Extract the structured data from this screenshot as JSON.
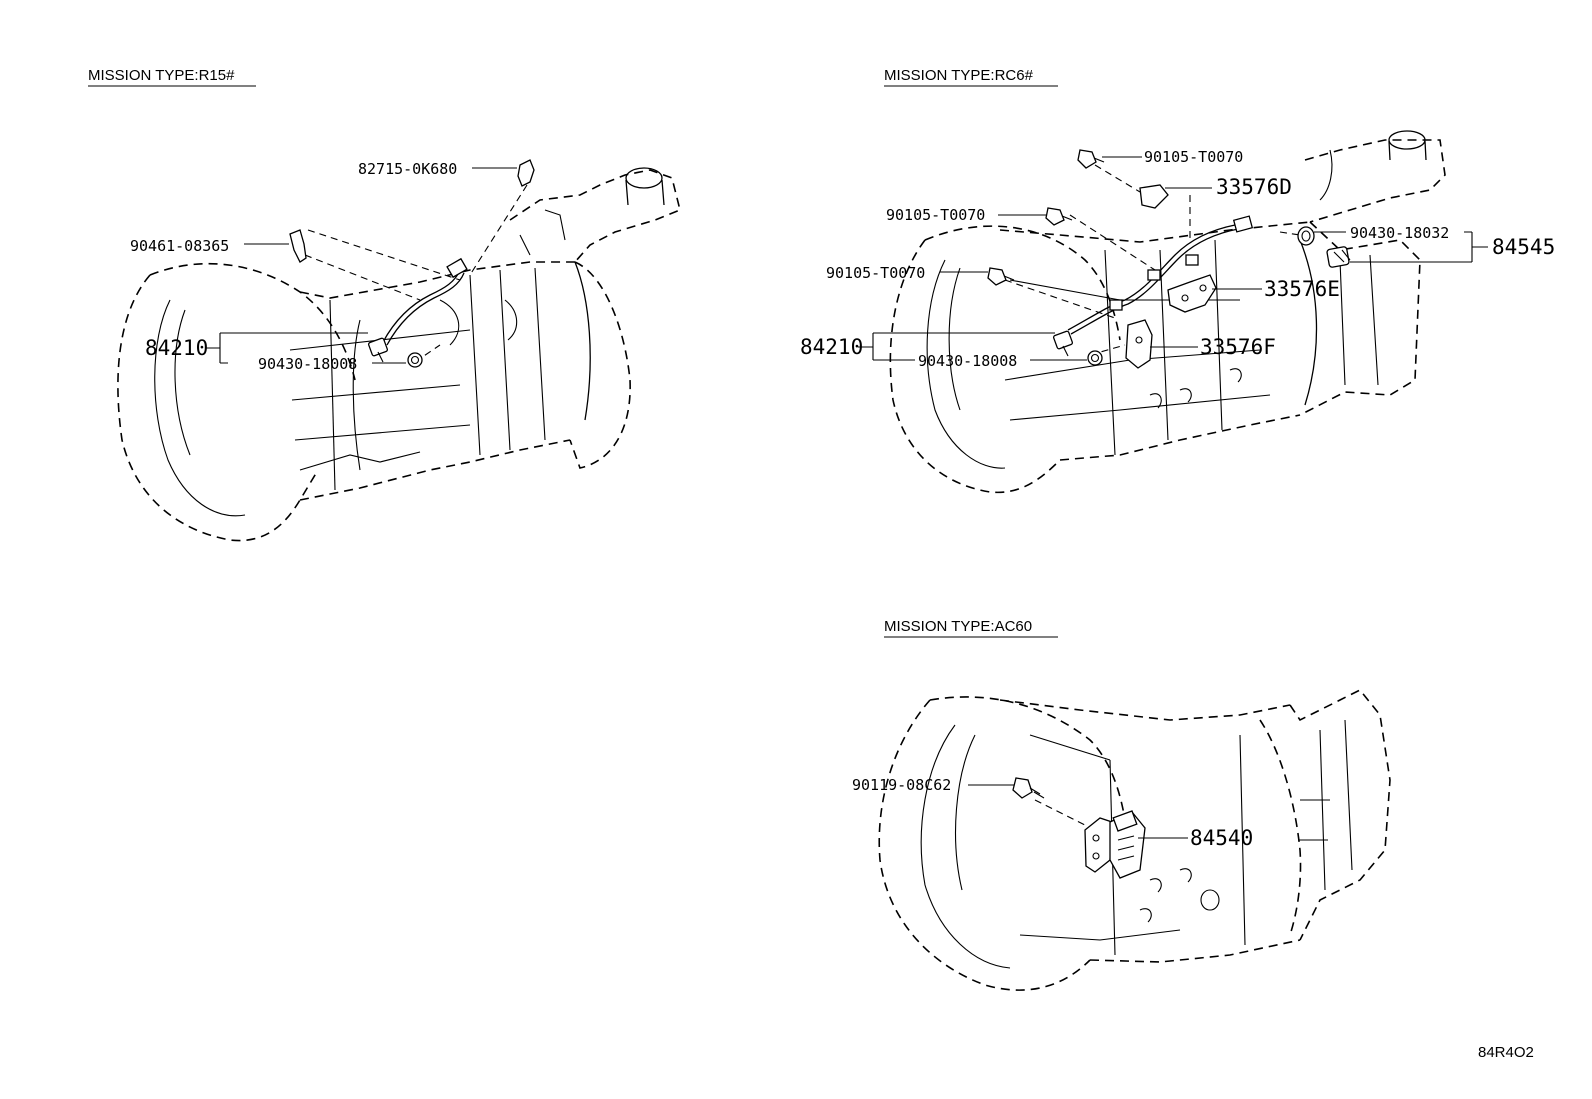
{
  "sections": {
    "r15": {
      "heading": "MISSION TYPE:R15#",
      "labels": {
        "p82715": "82715-0K680",
        "p90461": "90461-08365",
        "p84210": "84210",
        "p90430": "90430-18008"
      }
    },
    "rc6": {
      "heading": "MISSION TYPE:RC6#",
      "labels": {
        "p90105a": "90105-T0070",
        "p33576d": "33576D",
        "p90105b": "90105-T0070",
        "p90105c": "90105-T0070",
        "p90430a": "90430-18032",
        "p84545": "84545",
        "p33576e": "33576E",
        "p84210": "84210",
        "p90430b": "90430-18008",
        "p33576f": "33576F"
      }
    },
    "ac60": {
      "heading": "MISSION TYPE:AC60",
      "labels": {
        "p90119": "90119-08C62",
        "p84540": "84540"
      }
    }
  },
  "drawing_code": "84R4O2"
}
